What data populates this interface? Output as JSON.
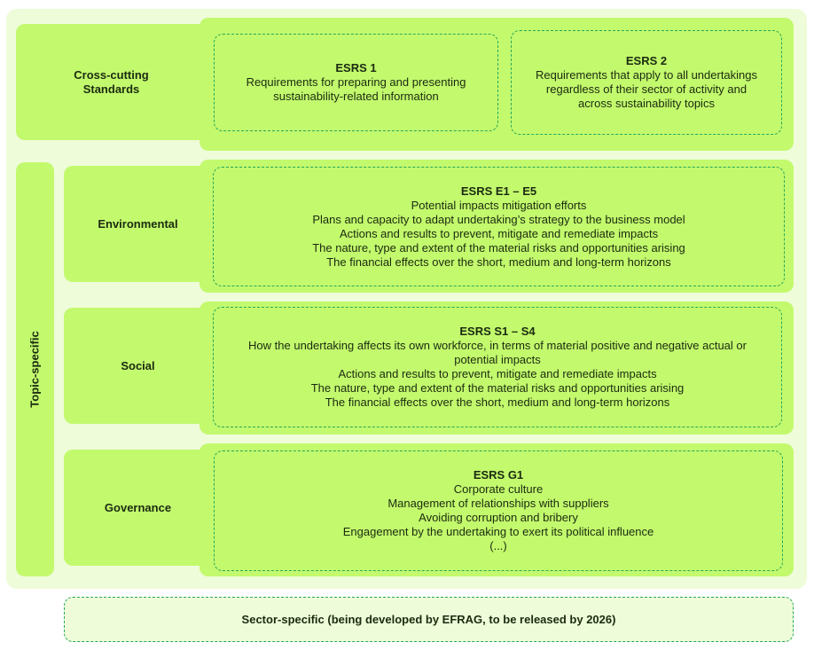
{
  "cross_cutting": {
    "label": "Cross-cutting\nStandards",
    "esrs1": {
      "title": "ESRS 1",
      "lines": [
        "Requirements for preparing and presenting",
        "sustainability-related information"
      ]
    },
    "esrs2": {
      "title": "ESRS 2",
      "lines": [
        "Requirements that apply to all undertakings",
        "regardless of their sector of activity and",
        "across sustainability topics"
      ]
    }
  },
  "topic_specific": {
    "label": "Topic-specific",
    "environmental": {
      "label": "Environmental",
      "title": "ESRS E1 – E5",
      "lines": [
        "Potential impacts mitigation efforts",
        "Plans and capacity to adapt undertaking’s strategy to the business model",
        "Actions and results to prevent, mitigate and remediate impacts",
        "The nature, type and extent of the material risks and opportunities arising",
        "The financial effects over the short, medium and long-term horizons"
      ]
    },
    "social": {
      "label": "Social",
      "title": "ESRS S1 – S4",
      "lines": [
        "How the undertaking affects its own workforce, in terms of material positive and negative actual or",
        "potential impacts",
        "Actions and results to prevent, mitigate and remediate impacts",
        "The nature, type and extent of the material risks and opportunities arising",
        "The financial effects over the short, medium and long-term horizons"
      ]
    },
    "governance": {
      "label": "Governance",
      "title": "ESRS G1",
      "lines": [
        "Corporate culture",
        "Management of relationships with suppliers",
        "Avoiding corruption and bribery",
        "Engagement by the undertaking to exert its political influence",
        "(...)"
      ]
    }
  },
  "sector_specific": {
    "label": "Sector-specific (being developed by EFRAG, to be released by 2026)"
  }
}
